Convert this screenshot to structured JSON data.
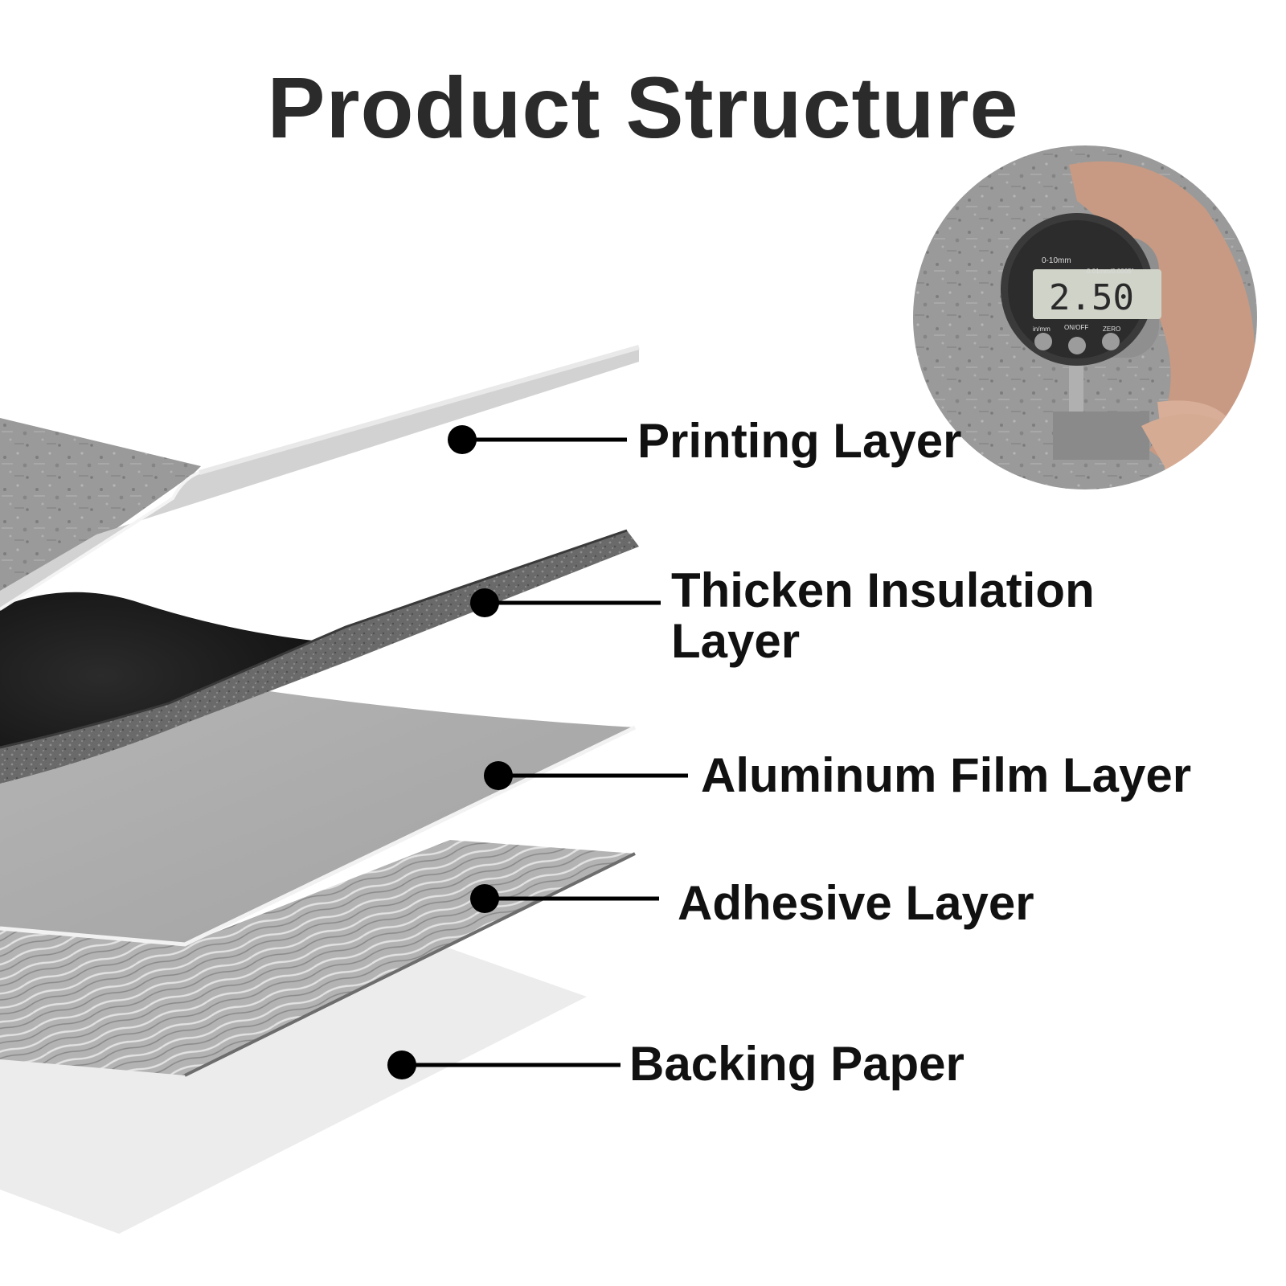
{
  "title": "Product Structure",
  "layers": [
    {
      "label": "Printing Layer"
    },
    {
      "label": "Thicken Insulation Layer"
    },
    {
      "label": "Aluminum Film Layer"
    },
    {
      "label": "Adhesive Layer"
    },
    {
      "label": "Backing Paper"
    }
  ],
  "gauge": {
    "reading": "2.50",
    "range_text": "0-10mm",
    "resolution_text": "0.01mm/0.0005\"",
    "buttons": [
      "in/mm",
      "ON/OFF",
      "ZERO"
    ]
  },
  "colors": {
    "title": "#2b2b2b",
    "label": "#111111",
    "leader": "#000000"
  }
}
